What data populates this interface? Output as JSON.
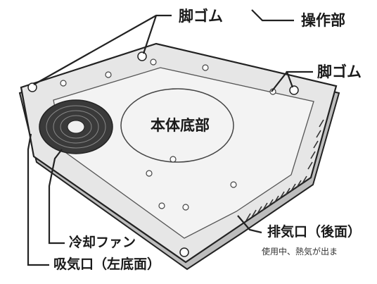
{
  "labels": {
    "rubber_feet_top": "脚ゴム",
    "control_panel": "操作部",
    "rubber_feet_right": "脚ゴム",
    "unit_bottom": "本体底部",
    "cooling_fan": "冷却ファン",
    "exhaust_port": "排気口（後面）",
    "exhaust_note": "使用中、熱気が出ま",
    "intake_port": "吸気口（左底面）"
  },
  "colors": {
    "outline": "#222222",
    "body_fill": "#e6e6e6",
    "panel_fill": "#f3f3f3",
    "fan_fill": "#3a3a3a"
  }
}
